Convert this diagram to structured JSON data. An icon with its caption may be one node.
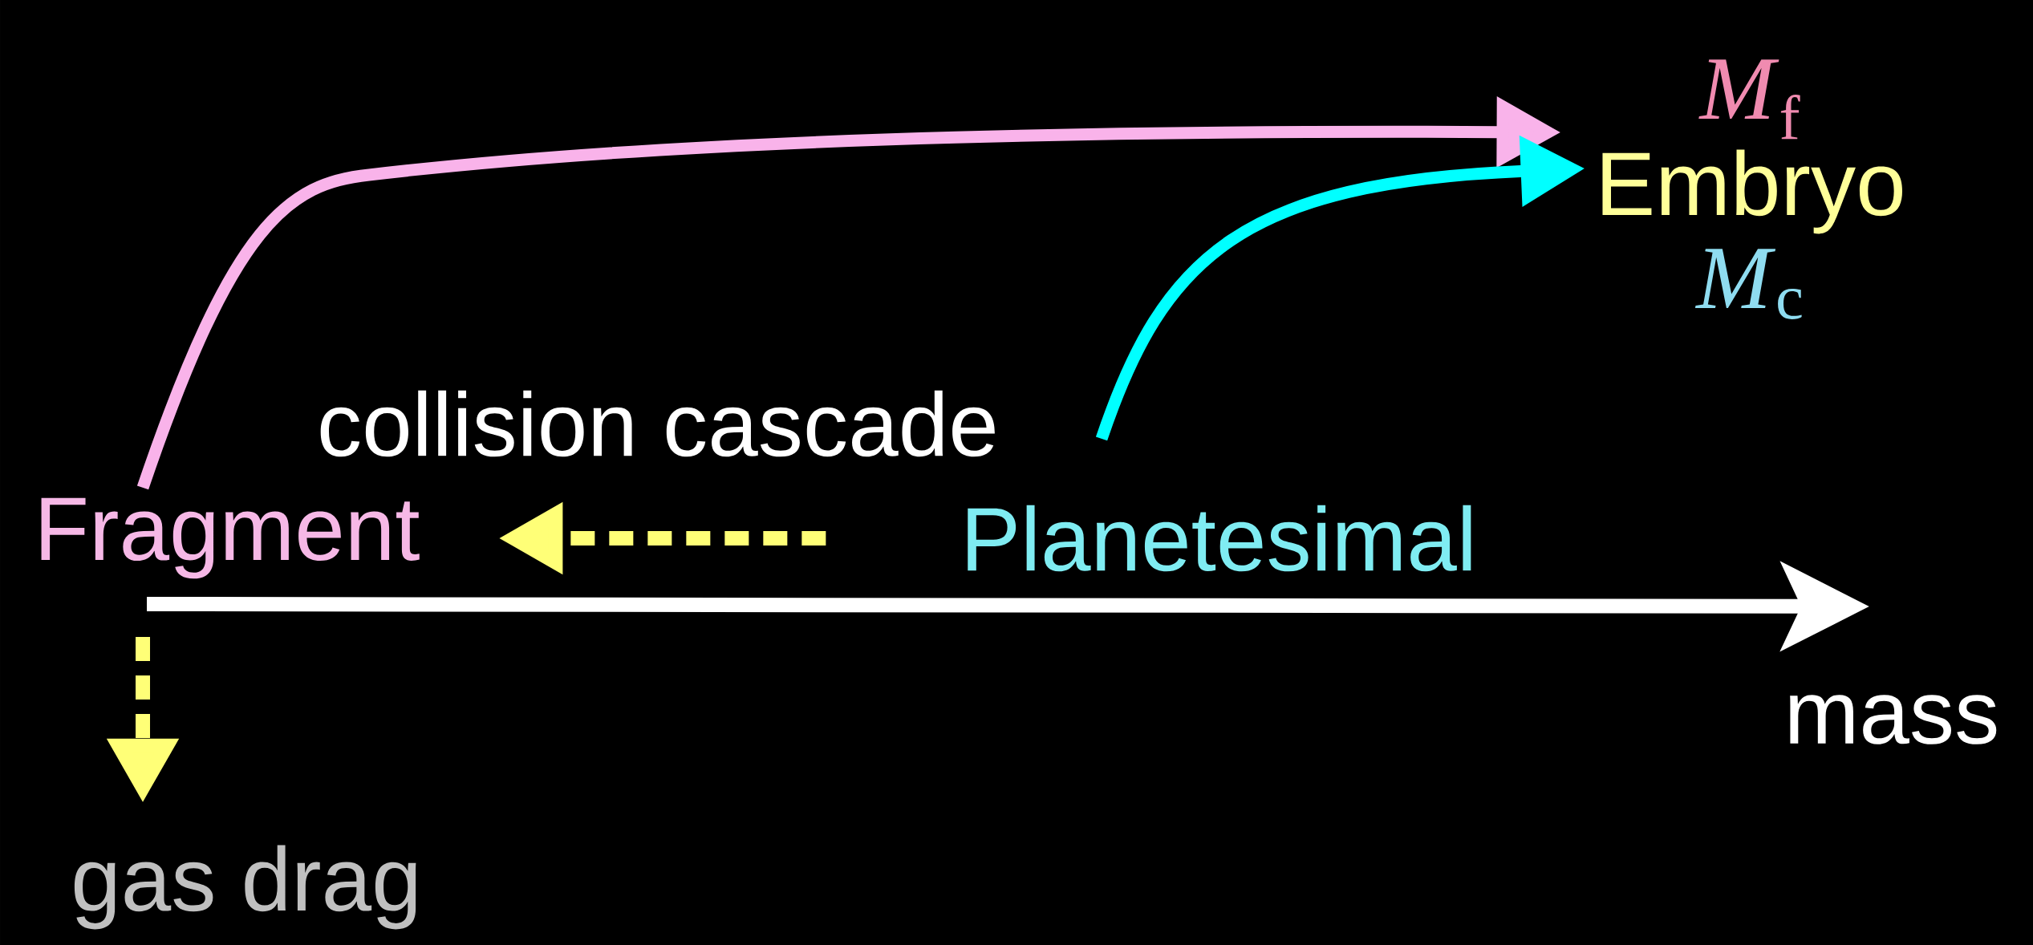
{
  "diagram": {
    "nodes": [
      {
        "text": [
          "Fragment"
        ]
      },
      {
        "text": [
          "Planetesimal"
        ]
      },
      {
        "text": [
          "Embryo"
        ],
        "beside": [
          "*M*$_{f}$",
          "*M*$_{c}$"
        ]
      },
      {
        "text": [
          "gas drag"
        ]
      }
    ],
    "edges": [
      {
        "from": 0,
        "to": 2,
        "arrow": "to",
        "color": "#f9b3ea"
      },
      {
        "from": 1,
        "to": 2,
        "arrow": "to",
        "color": "#00ffff"
      },
      {
        "from": 1,
        "to": 0,
        "arrow": "to",
        "style": "dashed",
        "color": "#ffff77",
        "label": "collision cascade"
      },
      {
        "from": 0,
        "to": 3,
        "arrow": "to",
        "style": "dashed",
        "color": "#ffff77"
      }
    ],
    "labels": [
      "mass"
    ]
  }
}
